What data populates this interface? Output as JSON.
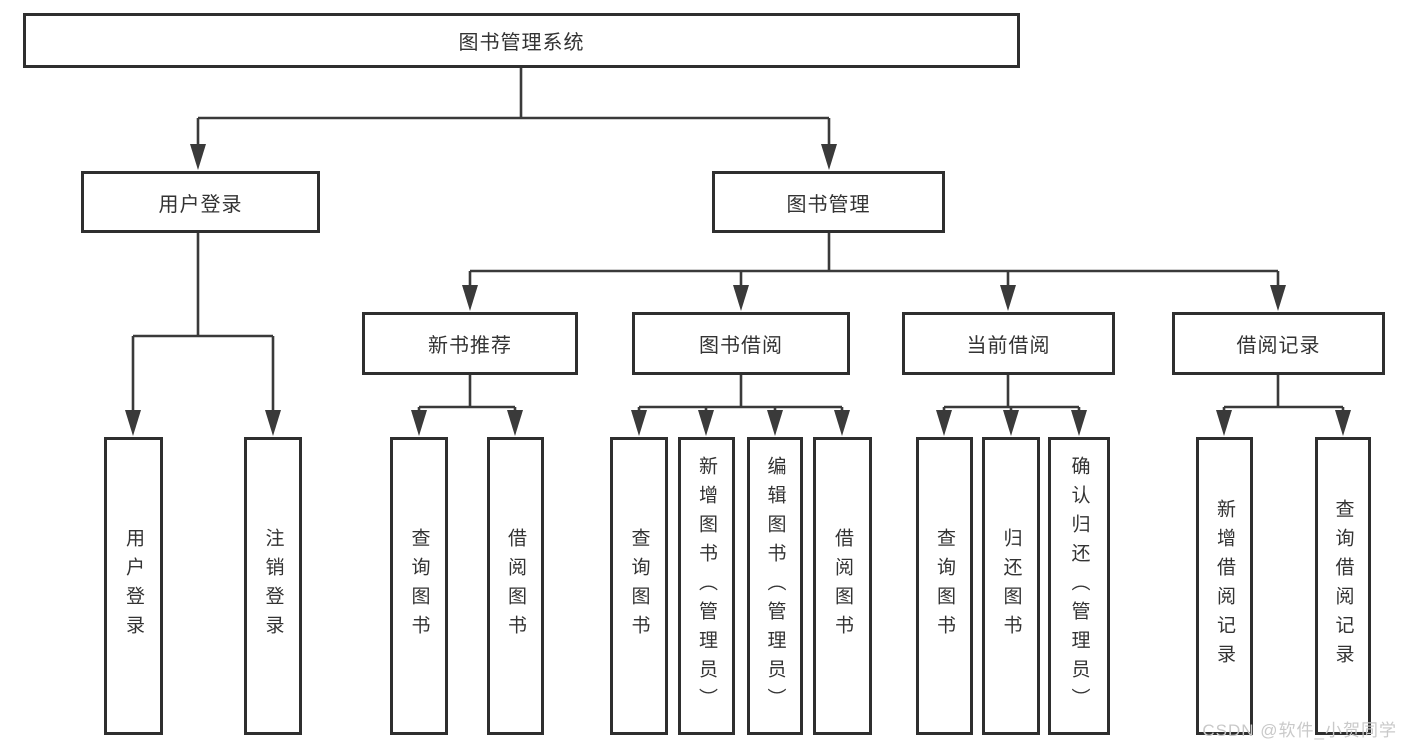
{
  "colors": {
    "line": "#3a3a3a",
    "border": "#2f2f2f",
    "text": "#333333",
    "watermark": "#c9c9c9",
    "background": "#ffffff"
  },
  "watermark": "CSDN @软件_小贺同学",
  "chart_data": {
    "type": "tree-diagram",
    "title": "图书管理系统"
  },
  "tree": {
    "root": {
      "label": "图书管理系统"
    },
    "children": [
      {
        "label": "用户登录",
        "children": [
          {
            "label": "用户登录"
          },
          {
            "label": "注销登录"
          }
        ]
      },
      {
        "label": "图书管理",
        "children": [
          {
            "label": "新书推荐",
            "children": [
              {
                "label": "查询图书"
              },
              {
                "label": "借阅图书"
              }
            ]
          },
          {
            "label": "图书借阅",
            "children": [
              {
                "label": "查询图书"
              },
              {
                "label": "新增图书（管理员）"
              },
              {
                "label": "编辑图书（管理员）"
              },
              {
                "label": "借阅图书"
              }
            ]
          },
          {
            "label": "当前借阅",
            "children": [
              {
                "label": "查询图书"
              },
              {
                "label": "归还图书"
              },
              {
                "label": "确认归还（管理员）"
              }
            ]
          },
          {
            "label": "借阅记录",
            "children": [
              {
                "label": "新增借阅记录"
              },
              {
                "label": "查询借阅记录"
              }
            ]
          }
        ]
      }
    ]
  }
}
